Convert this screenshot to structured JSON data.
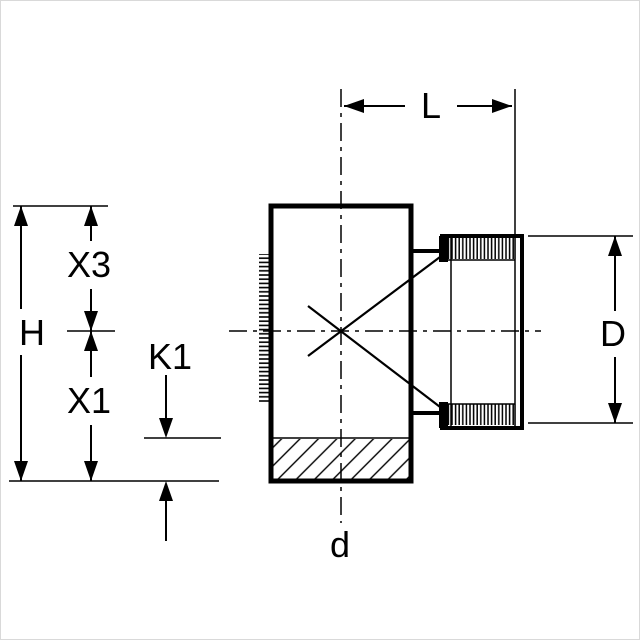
{
  "labels": {
    "L": "L",
    "H": "H",
    "X3": "X3",
    "X1": "X1",
    "K1": "K1",
    "D": "D",
    "d": "d"
  },
  "colors": {
    "line": "#000000",
    "background": "#ffffff"
  }
}
